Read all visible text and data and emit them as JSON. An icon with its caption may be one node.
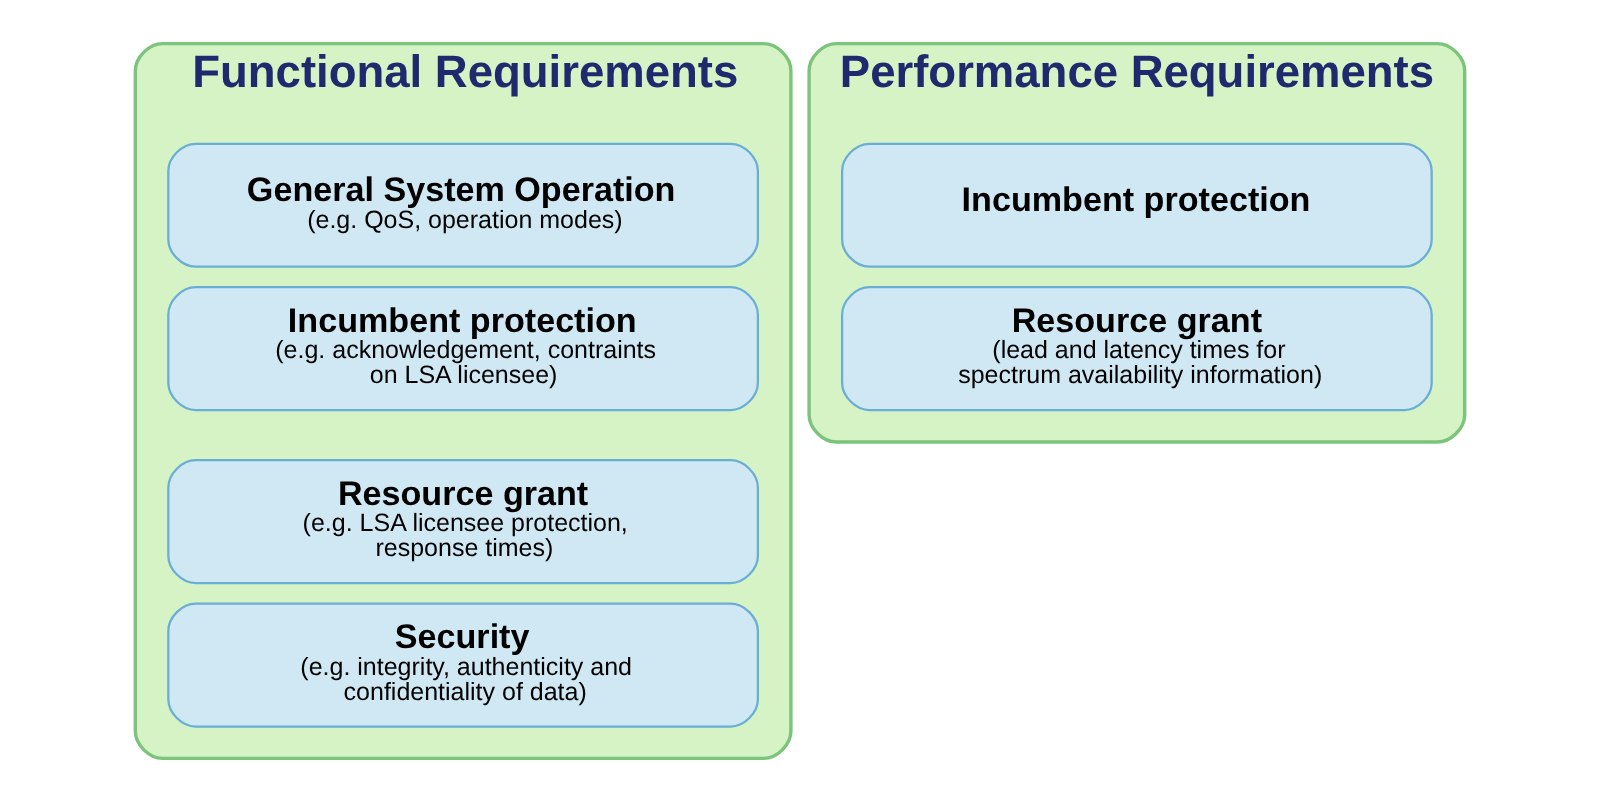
{
  "diagram": {
    "nodes": [
      {
        "text": [
          "Functional Requirements"
        ]
      },
      {
        "text": [
          "General System Operation",
          "(e.g. QoS, operation modes)"
        ],
        "in": 0
      },
      {
        "text": [
          "Incumbent protection",
          "(e.g. acknowledgement, contraints on LSA licensee)"
        ],
        "in": 0
      },
      {
        "text": [
          "Resource grant",
          "(e.g. LSA licensee protection, response times)"
        ],
        "in": 0
      },
      {
        "text": [
          "Security",
          "(e.g. integrity, authenticity and confidentiality of data)"
        ],
        "in": 0
      },
      {
        "text": [
          "Performance Requirements"
        ]
      },
      {
        "text": [
          "Incumbent protection"
        ],
        "in": 5
      },
      {
        "text": [
          "Resource grant",
          "(lead and latency times for spectrum availability information)"
        ],
        "in": 5
      }
    ]
  }
}
